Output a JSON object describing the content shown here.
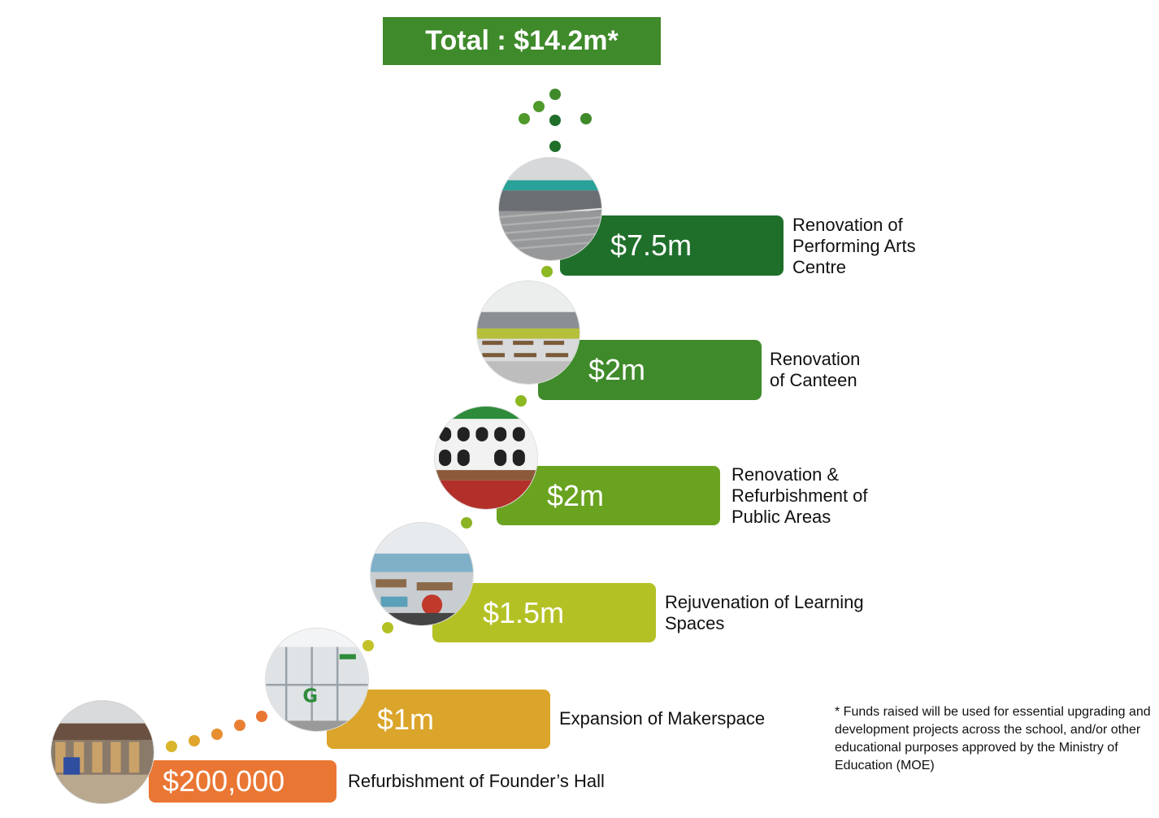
{
  "total": {
    "label": "Total : $14.2m*"
  },
  "colors": {
    "total_bg": "#3f8a2a",
    "founders": "#ea7633",
    "makerspace": "#dba42a",
    "learning": "#b4c124",
    "public": "#6aa320",
    "canteen": "#3f8a2a",
    "arts": "#1f6f2b"
  },
  "steps": [
    {
      "id": "founders-hall",
      "amount": "$200,000",
      "description": "Refurbishment of Founder’s Hall"
    },
    {
      "id": "makerspace",
      "amount": "$1m",
      "description": "Expansion of Makerspace"
    },
    {
      "id": "learning-spaces",
      "amount": "$1.5m",
      "description": "Rejuvenation of Learning\nSpaces"
    },
    {
      "id": "public-areas",
      "amount": "$2m",
      "description": "Renovation &\nRefurbishment of\nPublic Areas"
    },
    {
      "id": "canteen",
      "amount": "$2m",
      "description": "Renovation\nof Canteen"
    },
    {
      "id": "arts-centre",
      "amount": "$7.5m",
      "description": "Renovation of\nPerforming Arts\nCentre"
    }
  ],
  "footnote": "* Funds raised will be used for essential upgrading and development projects across the school, and/or other educational purposes approved by the Ministry of Education (MOE)"
}
